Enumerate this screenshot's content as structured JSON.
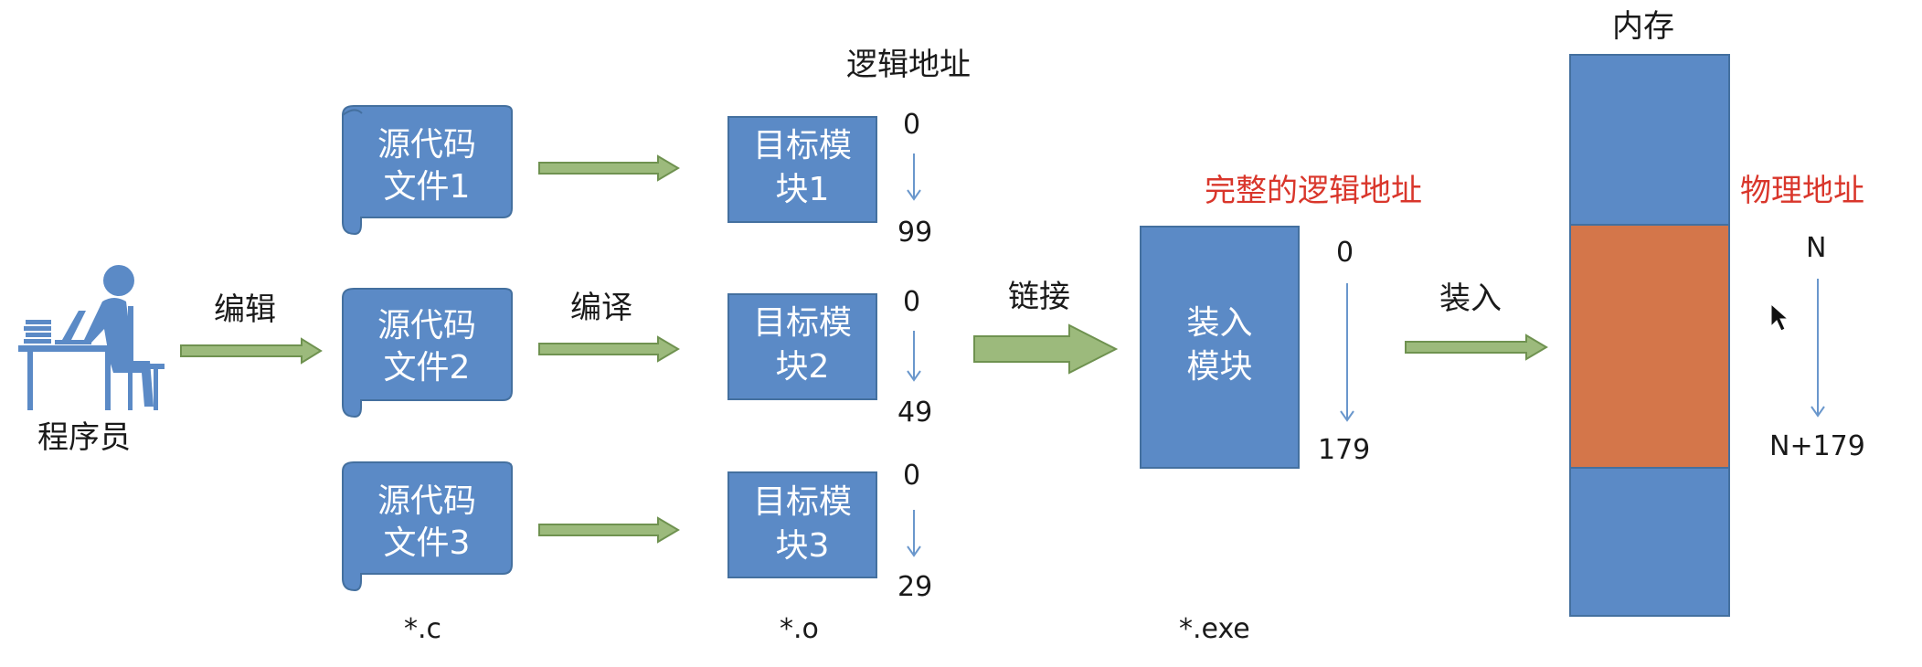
{
  "labels": {
    "programmer": "程序员",
    "edit": "编辑",
    "compile": "编译",
    "link": "链接",
    "load": "装入",
    "logical_address": "逻辑地址",
    "complete_logical_address": "完整的逻辑地址",
    "memory": "内存",
    "physical_address": "物理地址",
    "ext_c": "*.c",
    "ext_o": "*.o",
    "ext_exe": "*.exe"
  },
  "source_files": [
    {
      "line1": "源代码",
      "line2": "文件1"
    },
    {
      "line1": "源代码",
      "line2": "文件2"
    },
    {
      "line1": "源代码",
      "line2": "文件3"
    }
  ],
  "object_modules": [
    {
      "line1": "目标模",
      "line2": "块1",
      "start": "0",
      "end": "99"
    },
    {
      "line1": "目标模",
      "line2": "块2",
      "start": "0",
      "end": "49"
    },
    {
      "line1": "目标模",
      "line2": "块3",
      "start": "0",
      "end": "29"
    }
  ],
  "load_module": {
    "line1": "装入",
    "line2": "模块",
    "start": "0",
    "end": "179"
  },
  "physical": {
    "start": "N",
    "end": "N+179"
  },
  "colors": {
    "box_blue": "#5b8ac6",
    "box_border": "#44709f",
    "memory_orange": "#d4764a",
    "arrow_green": "#9cba7c",
    "arrow_border": "#6f9250",
    "accent_red": "#d9362b",
    "address_arrow": "#6a97cc"
  }
}
